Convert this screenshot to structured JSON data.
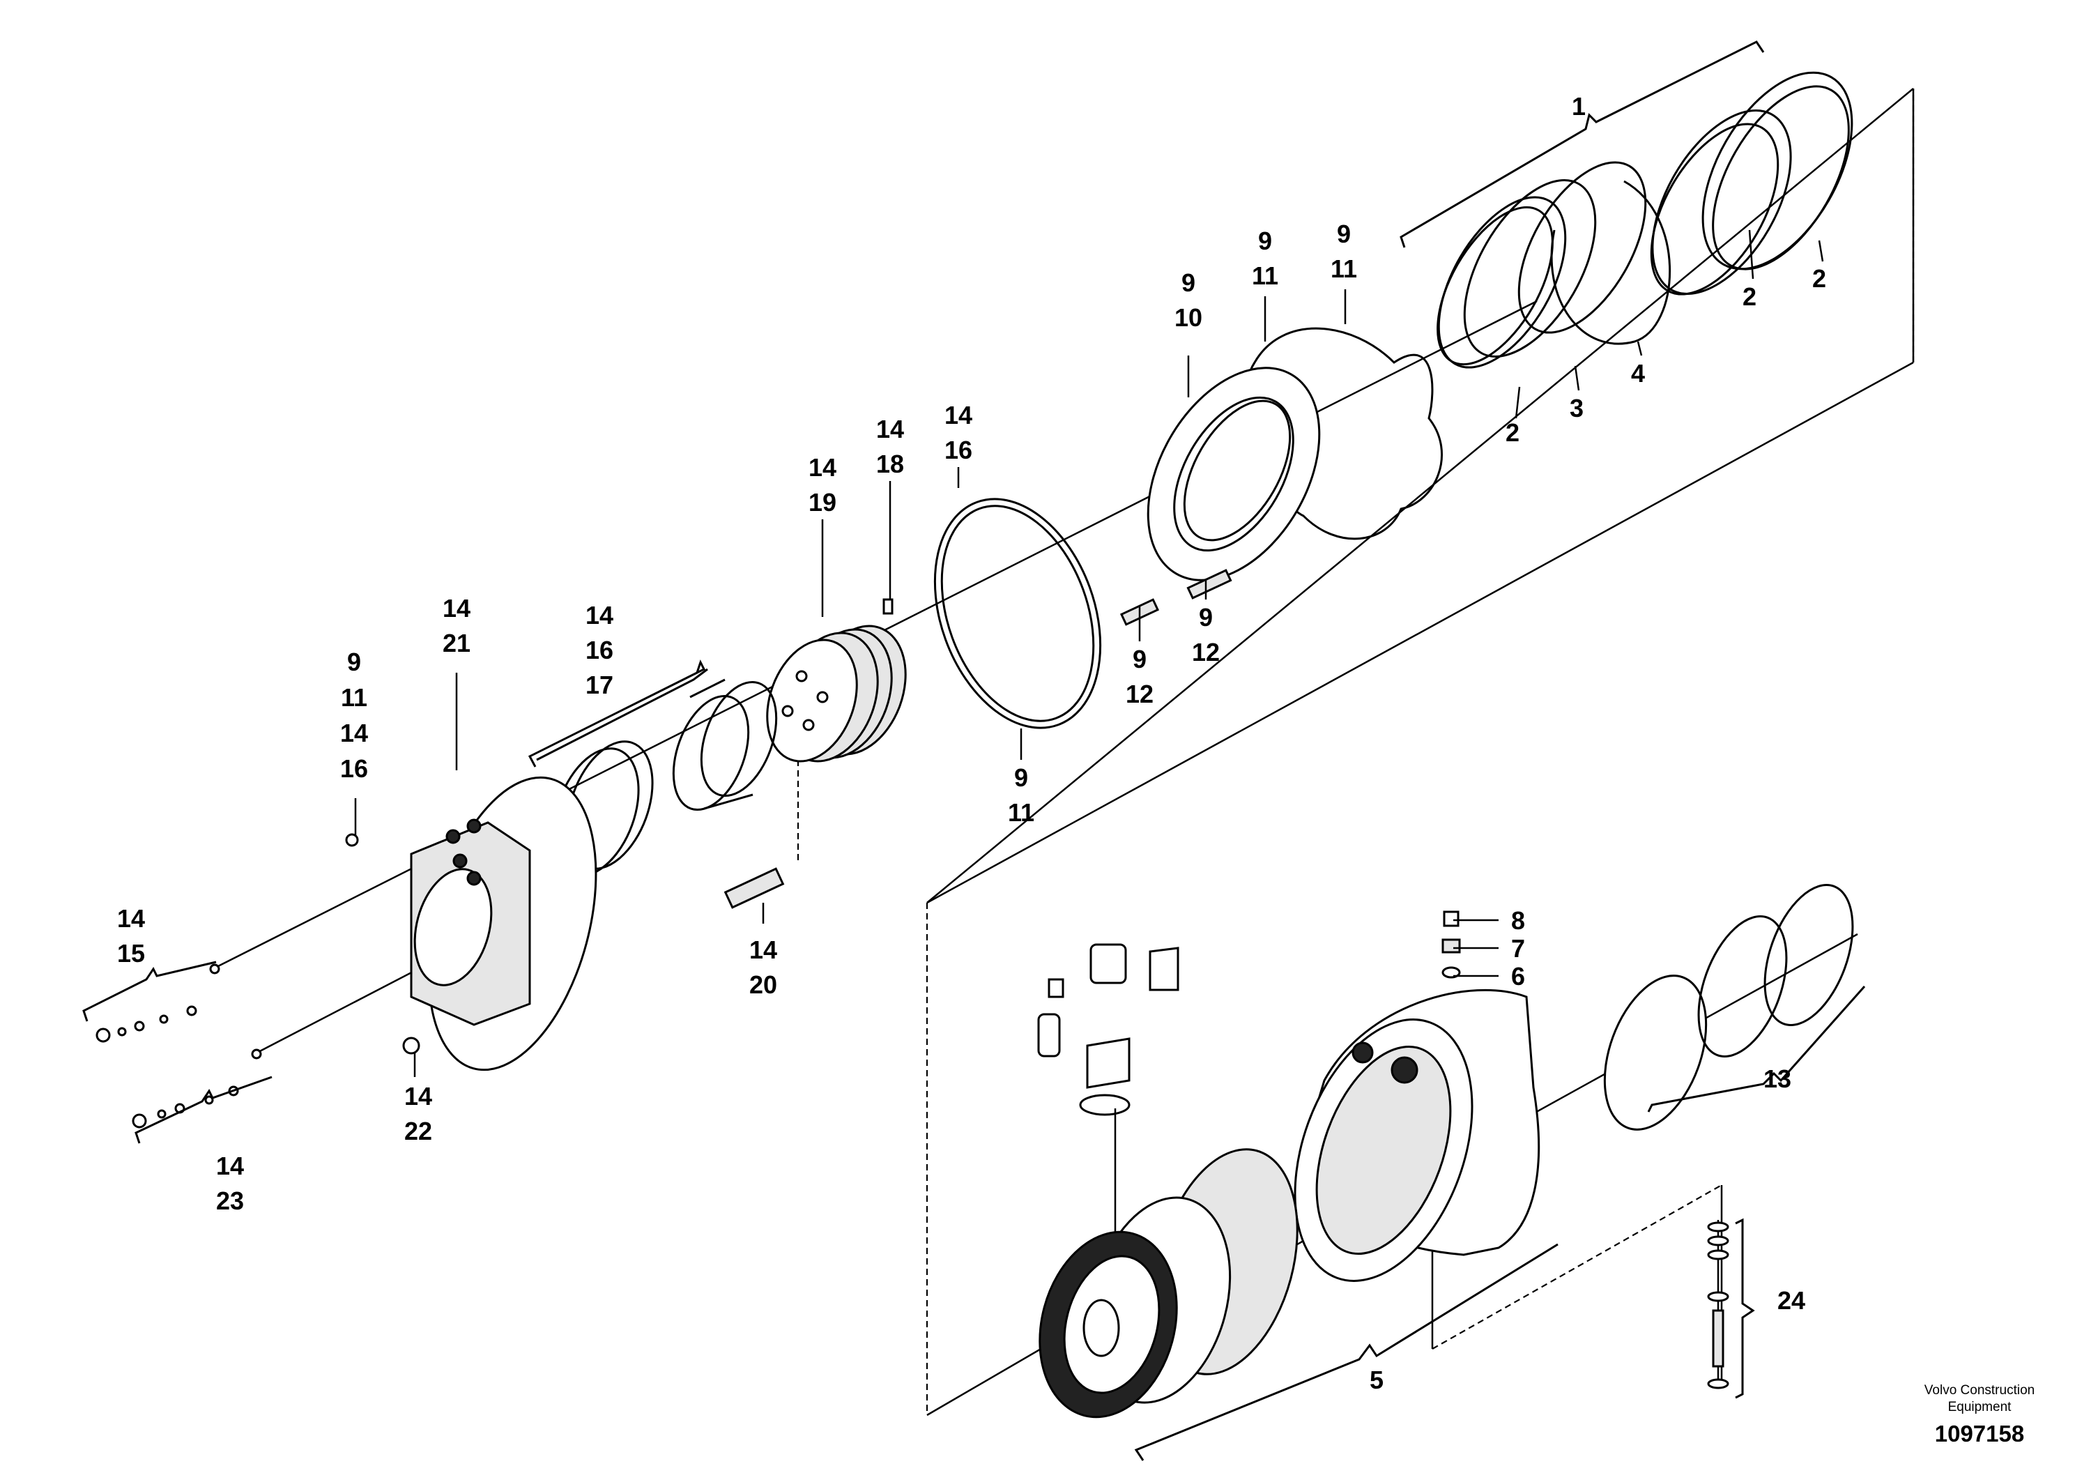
{
  "diagram": {
    "callouts": {
      "c1": [
        "1"
      ],
      "c2a": [
        "2"
      ],
      "c2b": [
        "2"
      ],
      "c2c": [
        "2"
      ],
      "c3": [
        "3"
      ],
      "c4": [
        "4"
      ],
      "c5": [
        "5"
      ],
      "c6": [
        "6"
      ],
      "c7": [
        "7"
      ],
      "c8": [
        "8"
      ],
      "c9_11a": [
        "9",
        "11"
      ],
      "c9_11b": [
        "9",
        "11"
      ],
      "c9_10": [
        "9",
        "10"
      ],
      "c9_12a": [
        "9",
        "12"
      ],
      "c9_12b": [
        "9",
        "12"
      ],
      "c9_11c": [
        "9",
        "11"
      ],
      "c14_16a": [
        "14",
        "16"
      ],
      "c14_18": [
        "14",
        "18"
      ],
      "c14_19": [
        "14",
        "19"
      ],
      "c14_21": [
        "14",
        "21"
      ],
      "c14_16_17": [
        "14",
        "16",
        "17"
      ],
      "c9_11_14_16": [
        "9",
        "11",
        "14",
        "16"
      ],
      "c14_20": [
        "14",
        "20"
      ],
      "c14_15": [
        "14",
        "15"
      ],
      "c14_22": [
        "14",
        "22"
      ],
      "c14_23": [
        "14",
        "23"
      ],
      "c13": [
        "13"
      ],
      "c24": [
        "24"
      ]
    }
  },
  "footer": {
    "brand_line1": "Volvo Construction",
    "brand_line2": "Equipment",
    "drawing_number": "1097158"
  }
}
